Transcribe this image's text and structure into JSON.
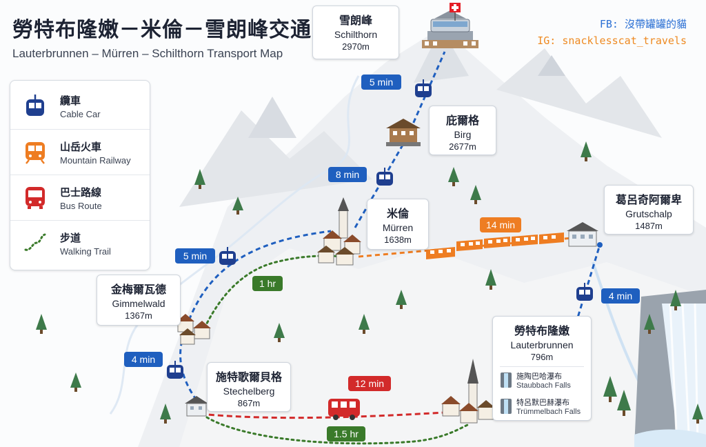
{
  "title": {
    "zh": "勞特布隆嫩－米倫－雪朗峰交通圖",
    "en": "Lauterbrunnen – Mürren – Schilthorn Transport Map"
  },
  "credits": {
    "fb": "FB: 沒帶罐罐的貓",
    "ig": "IG: snacklesscat_travels"
  },
  "legend": [
    {
      "zh": "纜車",
      "en": "Cable Car",
      "icon": "cable-car-icon",
      "color": "#1f3f8f"
    },
    {
      "zh": "山岳火車",
      "en": "Mountain Railway",
      "icon": "mountain-railway-icon",
      "color": "#ee7d22"
    },
    {
      "zh": "巴士路線",
      "en": "Bus Route",
      "icon": "bus-icon",
      "color": "#d22a2a"
    },
    {
      "zh": "步道",
      "en": "Walking Trail",
      "icon": "walking-trail-icon",
      "color": "#3a7a2a"
    }
  ],
  "stations": {
    "schilthorn": {
      "zh": "雪朗峰",
      "en": "Schilthorn",
      "alt": "2970m"
    },
    "birg": {
      "zh": "庇爾格",
      "en": "Birg",
      "alt": "2677m"
    },
    "murren": {
      "zh": "米倫",
      "en": "Mürren",
      "alt": "1638m"
    },
    "grutschalp": {
      "zh": "葛呂奇阿爾卑",
      "en": "Grutschalp",
      "alt": "1487m"
    },
    "gimmelwald": {
      "zh": "金梅爾瓦德",
      "en": "Gimmelwald",
      "alt": "1367m"
    },
    "stechelberg": {
      "zh": "施特歌爾貝格",
      "en": "Stechelberg",
      "alt": "867m"
    },
    "lauterbrunnen": {
      "zh": "勞特布隆嫩",
      "en": "Lauterbrunnen",
      "alt": "796m"
    }
  },
  "waterfalls": [
    {
      "zh": "施陶巴哈瀑布",
      "en": "Staubbach Falls",
      "icon": "waterfall-icon"
    },
    {
      "zh": "特呂默巴赫瀑布",
      "en": "Trümmelbach Falls",
      "icon": "waterfall-icon"
    }
  ],
  "routes": {
    "birg_schilthorn": "5 min",
    "murren_birg": "8 min",
    "gimmelwald_murren": "5 min",
    "stechelberg_gimmelwald": "4 min",
    "lauterbrunnen_grutschalp": "4 min",
    "grutschalp_murren": "14 min",
    "stechelberg_lauterbrunnen_bus": "12 min",
    "trail_gimmelwald_murren": "1 hr",
    "trail_stechelberg_lauterbrunnen": "1.5 hr"
  },
  "colors": {
    "cable": "#1f5fbf",
    "railway": "#ee7d22",
    "bus": "#d22a2a",
    "trail": "#3a7a2a",
    "swiss_flag": "#e41e26"
  }
}
